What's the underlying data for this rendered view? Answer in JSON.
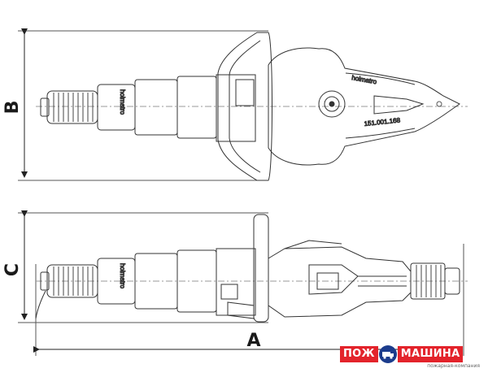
{
  "dimensions": {
    "a": "A",
    "b": "B",
    "c": "C"
  },
  "tool_markings": {
    "brand": "holmatro",
    "serial": "151.001.168"
  },
  "logo": {
    "left_word": "ПОЖ",
    "right_word": "МАШИНА",
    "tagline": "пожарная-компания",
    "colors": {
      "red": "#e3232b",
      "blue": "#1b3c8c"
    }
  }
}
